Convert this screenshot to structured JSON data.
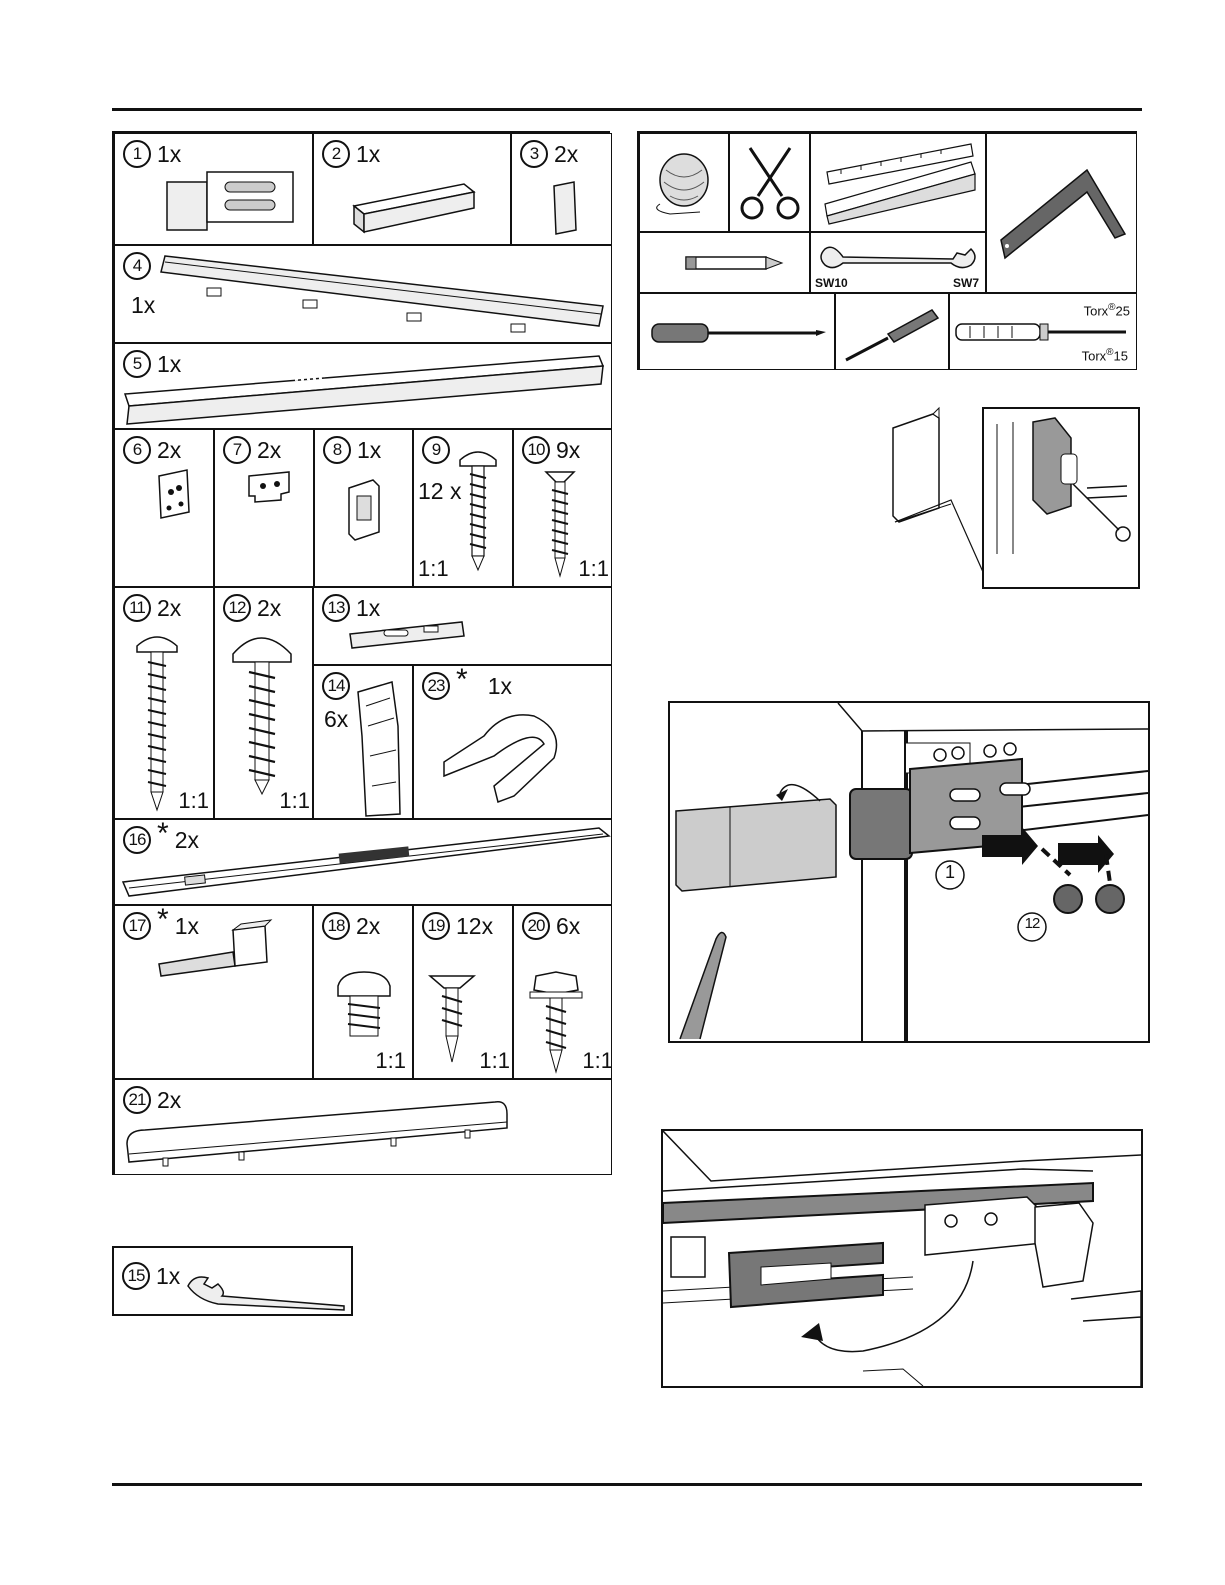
{
  "parts": [
    {
      "id": "p1",
      "number": "1",
      "qty": "1x"
    },
    {
      "id": "p2",
      "number": "2",
      "qty": "1x"
    },
    {
      "id": "p3",
      "number": "3",
      "qty": "2x"
    },
    {
      "id": "p4",
      "number": "4",
      "qty": "1x"
    },
    {
      "id": "p5",
      "number": "5",
      "qty": "1x"
    },
    {
      "id": "p6",
      "number": "6",
      "qty": "2x"
    },
    {
      "id": "p7",
      "number": "7",
      "qty": "2x"
    },
    {
      "id": "p8",
      "number": "8",
      "qty": "1x"
    },
    {
      "id": "p9",
      "number": "9",
      "qty": "12 x",
      "scale": "1:1"
    },
    {
      "id": "p10",
      "number": "10",
      "qty": "9x",
      "scale": "1:1"
    },
    {
      "id": "p11",
      "number": "11",
      "qty": "2x",
      "scale": "1:1"
    },
    {
      "id": "p12",
      "number": "12",
      "qty": "2x",
      "scale": "1:1"
    },
    {
      "id": "p13",
      "number": "13",
      "qty": "1x"
    },
    {
      "id": "p14",
      "number": "14",
      "qty": "6x"
    },
    {
      "id": "p23",
      "number": "23",
      "qty": "1x",
      "star": "*"
    },
    {
      "id": "p16",
      "number": "16",
      "qty": "2x",
      "star": "*"
    },
    {
      "id": "p17",
      "number": "17",
      "qty": "1x",
      "star": "*"
    },
    {
      "id": "p18",
      "number": "18",
      "qty": "2x",
      "scale": "1:1"
    },
    {
      "id": "p19",
      "number": "19",
      "qty": "12x",
      "scale": "1:1"
    },
    {
      "id": "p20",
      "number": "20",
      "qty": "6x",
      "scale": "1:1"
    },
    {
      "id": "p21",
      "number": "21",
      "qty": "2x"
    },
    {
      "id": "p15",
      "number": "15",
      "qty": "1x"
    }
  ],
  "tools": {
    "wrench_left": "SW10",
    "wrench_right": "SW7",
    "torx_top": "Torx",
    "torx_top_size": "25",
    "torx_bottom": "Torx",
    "torx_bottom_size": "15",
    "registered": "®"
  },
  "figure_callouts": {
    "fig1_part": "1",
    "fig1_screw": "12"
  },
  "icons": [
    "twine-icon",
    "scissors-icon",
    "folding-rule-icon",
    "set-square-icon",
    "pencil-icon",
    "open-end-wrench-icon",
    "flat-screwdriver-icon",
    "small-screwdriver-icon",
    "torx-screwdriver-icon"
  ]
}
